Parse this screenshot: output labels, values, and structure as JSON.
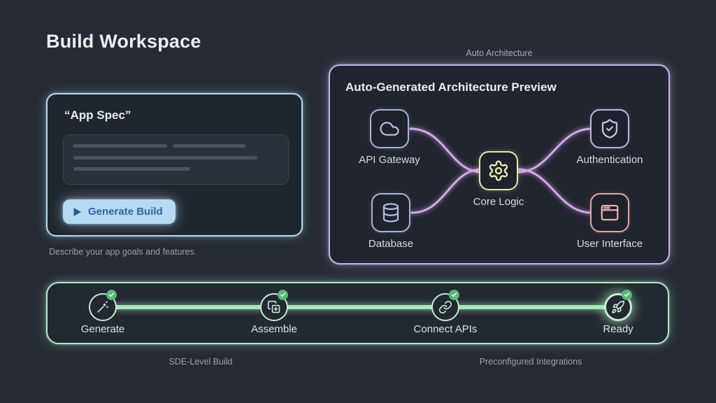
{
  "page": {
    "title": "Build Workspace"
  },
  "app_spec": {
    "title": "“App Spec”",
    "input_placeholder": "",
    "generate_button_label": "Generate Build",
    "caption": "Describe your app goals and features.",
    "button_color": "#b5d9f2",
    "border_color": "#b3d6ec"
  },
  "architecture": {
    "overline": "Auto Architecture",
    "title": "Auto-Generated Architecture Preview",
    "border_color": "#c6b2e3",
    "connector_color": "#d0aae6",
    "nodes": [
      {
        "label": "API Gateway",
        "icon": "cloud-icon",
        "color": "#a9b3d9"
      },
      {
        "label": "Database",
        "icon": "database-icon",
        "color": "#a9b3d9"
      },
      {
        "label": "Core Logic",
        "icon": "gear-icon",
        "color": "#e9e6ae"
      },
      {
        "label": "Authentication",
        "icon": "shield-check-icon",
        "color": "#c5b2e4"
      },
      {
        "label": "User Interface",
        "icon": "browser-icon",
        "color": "#e0a9a3"
      }
    ]
  },
  "pipeline": {
    "accent_color": "#a5e8bd",
    "check_color": "#55b97c",
    "steps": [
      {
        "label": "Generate",
        "icon": "wand-icon",
        "complete": true
      },
      {
        "label": "Assemble",
        "icon": "copy-plus-icon",
        "complete": true
      },
      {
        "label": "Connect APIs",
        "icon": "link-icon",
        "complete": true
      },
      {
        "label": "Ready",
        "icon": "rocket-icon",
        "complete": true,
        "highlight": true
      }
    ]
  },
  "footnotes": {
    "left": "SDE-Level Build",
    "right": "Preconfigured Integrations"
  }
}
